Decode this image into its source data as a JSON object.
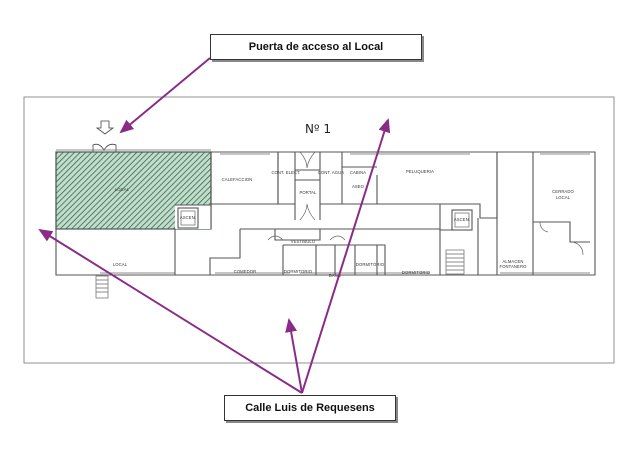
{
  "diagram": {
    "type": "floor-plan",
    "plan_title": "Nº 1",
    "callouts": {
      "access_door": "Puerta de acceso al Local",
      "street": "Calle Luis de Requesens"
    },
    "rooms": {
      "highlighted_local": "LOCAL",
      "local": "LOCAL",
      "calefaccion": "CALEFACCION",
      "cont_elect": "CONT. ELECT.",
      "portal": "PORTAL",
      "cont_agua": "CONT. AGUA",
      "cabina": "CABINA",
      "aseo": "ASEO",
      "peluqueria": "PELUQUERIA",
      "ascensor_left": "ASCEN.",
      "ascensor_right": "ASCEN.",
      "vestibulo": "VESTIBULO",
      "comedor": "COMEDOR",
      "dormitorio_1": "DORMITORIO",
      "bano": "BAÑO",
      "dormitorio_2": "DORMITORIO",
      "dormitorio_3": "DORMITORIO",
      "almacen_line1": "ALMACEN",
      "almacen_line2": "FONTANERO",
      "cerrado_line1": "CERRADO",
      "cerrado_line2": "LOCAL"
    },
    "colors": {
      "highlight_fill": "#b9d3c4",
      "highlight_hatch": "#2f6b48",
      "arrow": "#8a2c87",
      "wall": "#555555"
    }
  }
}
